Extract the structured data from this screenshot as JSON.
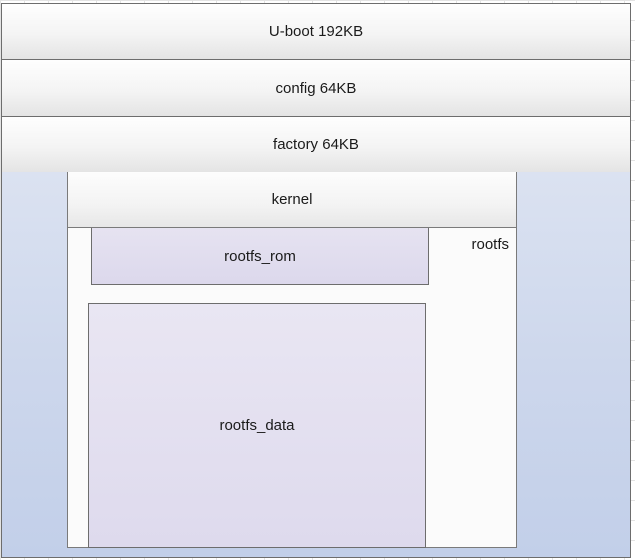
{
  "partitions": {
    "uboot": "U-boot 192KB",
    "config": "config 64KB",
    "factory": "factory 64KB",
    "kernel": "kernel",
    "rootfs": "rootfs",
    "rootfs_rom": "rootfs_rom",
    "rootfs_data": "rootfs_data"
  },
  "colors": {
    "flash_region": "#cdd7ec",
    "rootfs_sub": "#dcd8ec",
    "border": "#6d6d6d"
  }
}
